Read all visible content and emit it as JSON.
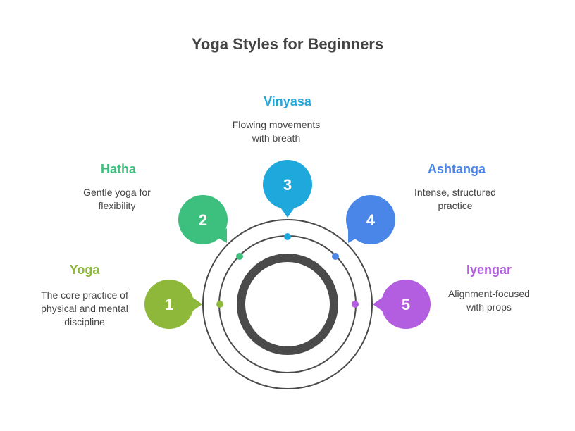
{
  "title": "Yoga Styles for Beginners",
  "colors": {
    "yoga": "#8db83a",
    "hatha": "#3dbf7e",
    "vinyasa": "#1fa8dc",
    "ashtanga": "#4a86e8",
    "iyengar": "#b35de0",
    "ring": "#4a4a4a",
    "text": "#444444"
  },
  "steps": [
    {
      "number": "1",
      "label": "Yoga",
      "description": [
        "The core practice of",
        "physical and mental",
        "discipline"
      ],
      "icon": "number-bubble"
    },
    {
      "number": "2",
      "label": "Hatha",
      "description": [
        "Gentle yoga for",
        "flexibility"
      ],
      "icon": "number-bubble"
    },
    {
      "number": "3",
      "label": "Vinyasa",
      "description": [
        "Flowing movements",
        "with breath"
      ],
      "icon": "number-bubble"
    },
    {
      "number": "4",
      "label": "Ashtanga",
      "description": [
        "Intense, structured",
        "practice"
      ],
      "icon": "number-bubble"
    },
    {
      "number": "5",
      "label": "Iyengar",
      "description": [
        "Alignment-focused",
        "with props"
      ],
      "icon": "number-bubble"
    }
  ]
}
